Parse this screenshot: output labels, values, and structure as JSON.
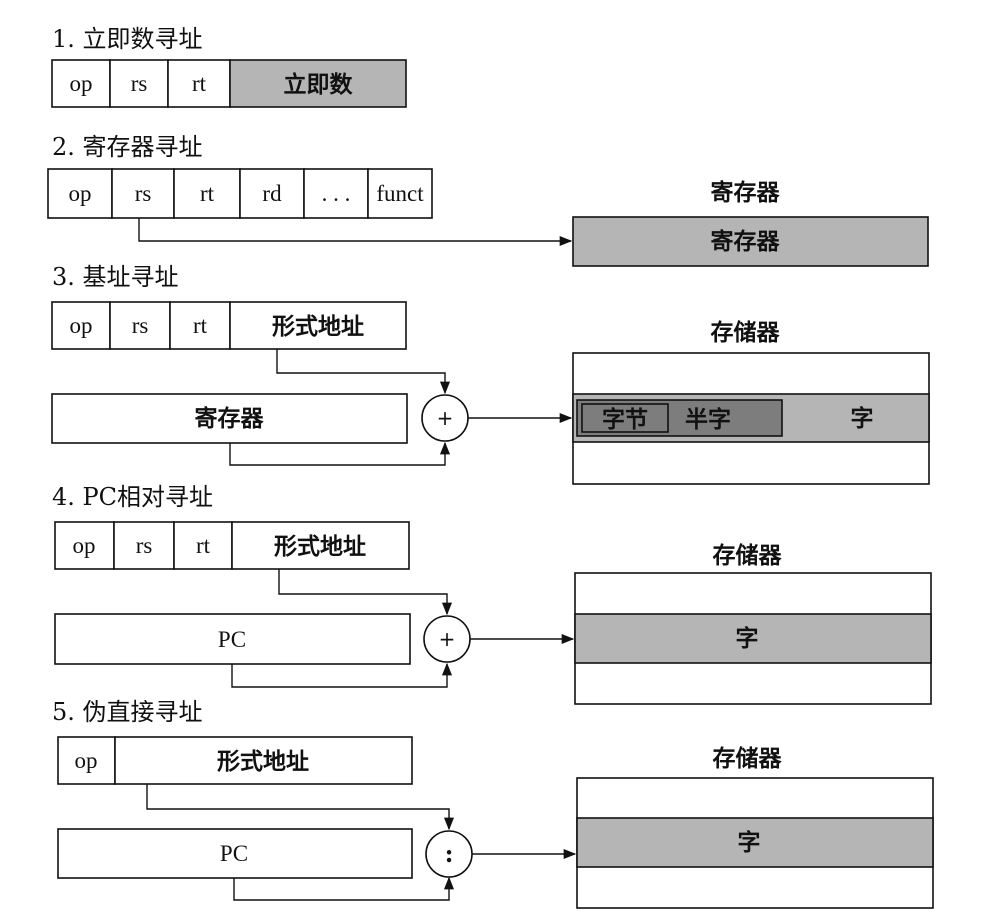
{
  "sections": [
    {
      "title": "1. 立即数寻址",
      "fields": [
        "op",
        "rs",
        "rt",
        "立即数"
      ]
    },
    {
      "title": "2. 寄存器寻址",
      "fields": [
        "op",
        "rs",
        "rt",
        "rd",
        ". . .",
        "funct"
      ],
      "target_header": "寄存器",
      "target_cell": "寄存器"
    },
    {
      "title": "3. 基址寻址",
      "fields": [
        "op",
        "rs",
        "rt",
        "形式地址"
      ],
      "register": "寄存器",
      "operator": "+",
      "target_header": "存储器",
      "byte": "字节",
      "halfword": "半字",
      "word": "字"
    },
    {
      "title": "4. PC相对寻址",
      "fields": [
        "op",
        "rs",
        "rt",
        "形式地址"
      ],
      "register": "PC",
      "operator": "+",
      "target_header": "存储器",
      "word": "字"
    },
    {
      "title": "5. 伪直接寻址",
      "fields": [
        "op",
        "形式地址"
      ],
      "register": "PC",
      "operator": ":",
      "target_header": "存储器",
      "word": "字"
    }
  ],
  "colors": {
    "fill_grey": "#b5b5b5",
    "fill_dark": "#7d7d7d",
    "line": "#111111"
  }
}
